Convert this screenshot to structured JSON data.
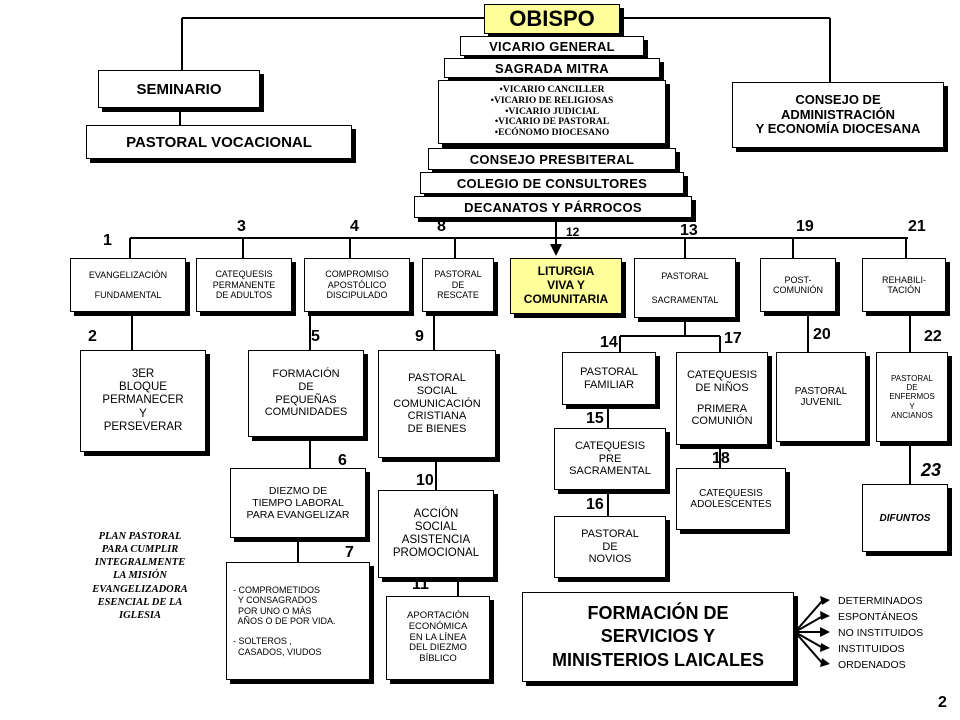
{
  "top": {
    "obispo": "OBISPO",
    "vicario_general": "VICARIO GENERAL",
    "sagrada_mitra": "SAGRADA MITRA",
    "vicarios": [
      "•VICARIO CANCILLER",
      "•VICARIO DE RELIGIOSAS",
      "•VICARIO JUDICIAL",
      "•VICARIO DE PASTORAL",
      "•ECÓNOMO DIOCESANO"
    ],
    "consejo_presbiteral": "CONSEJO PRESBITERAL",
    "colegio_consultores": "COLEGIO DE CONSULTORES",
    "decanatos": "DECANATOS Y PÁRROCOS",
    "seminario": "SEMINARIO",
    "pastoral_vocacional": "PASTORAL VOCACIONAL",
    "consejo_admin": [
      "CONSEJO DE",
      "ADMINISTRACIÓN",
      "Y ECONOMÍA DIOCESANA"
    ]
  },
  "numbers": {
    "n1": "1",
    "n2": "2",
    "n3": "3",
    "n4": "4",
    "n5": "5",
    "n6": "6",
    "n7": "7",
    "n8": "8",
    "n9": "9",
    "n10": "10",
    "n11": "11",
    "n12": "12",
    "n13": "13",
    "n14": "14",
    "n15": "15",
    "n16": "16",
    "n17": "17",
    "n18": "18",
    "n19": "19",
    "n20": "20",
    "n21": "21",
    "n22": "22",
    "n23": "23"
  },
  "row1": {
    "evangelizacion": [
      "EVANGELIZACIÓN",
      "",
      "FUNDAMENTAL"
    ],
    "catequesis_permanente": [
      "CATEQUESIS",
      "PERMANENTE",
      "DE ADULTOS"
    ],
    "compromiso": [
      "COMPROMISO",
      "APOSTÓLICO",
      "DISCIPULADO"
    ],
    "pastoral_rescate": [
      "PASTORAL",
      "DE",
      "RESCATE"
    ],
    "liturgia": [
      "LITURGIA",
      "VIVA  Y",
      "COMUNITARIA"
    ],
    "pastoral_sacramental": [
      "PASTORAL",
      "",
      "SACRAMENTAL"
    ],
    "post_comunion": [
      "POST-",
      "COMUNIÓN"
    ],
    "rehabilitacion": [
      "REHABILI-",
      "TACIÓN"
    ]
  },
  "row2": {
    "tercer_bloque": [
      "3ER",
      "BLOQUE",
      "PERMANECER",
      "Y",
      "PERSEVERAR"
    ],
    "formacion_comunidades": [
      "FORMACIÓN",
      "DE",
      "PEQUEÑAS",
      "COMUNIDADES"
    ],
    "pastoral_social": [
      "PASTORAL",
      "SOCIAL",
      "COMUNICACIÓN",
      "CRISTIANA",
      "DE BIENES"
    ],
    "pastoral_familiar": [
      "PASTORAL",
      "FAMILIAR"
    ],
    "catequesis_ninos": [
      "CATEQUESIS",
      "DE NIÑOS",
      "",
      "PRIMERA",
      "COMUNIÓN"
    ],
    "pastoral_juvenil": [
      "PASTORAL",
      "JUVENIL"
    ],
    "pastoral_enfermos": [
      "PASTORAL",
      "DE",
      "ENFERMOS",
      "Y",
      "ANCIANOS"
    ]
  },
  "row3": {
    "diezmo": [
      "DIEZMO DE",
      "TIEMPO LABORAL",
      "PARA EVANGELIZAR"
    ],
    "accion_social": [
      "ACCIÓN",
      "SOCIAL",
      "ASISTENCIA",
      "PROMOCIONAL"
    ],
    "catequesis_presacramental": [
      "CATEQUESIS",
      "PRE",
      "SACRAMENTAL"
    ],
    "catequesis_adolescentes": [
      "CATEQUESIS",
      "ADOLESCENTES"
    ],
    "difuntos": "DIFUNTOS",
    "pastoral_novios": [
      "PASTORAL",
      "DE",
      "NOVIOS"
    ]
  },
  "row4": {
    "comprometidos": [
      "- COMPROMETIDOS",
      "  Y CONSAGRADOS",
      "  POR UNO O MÁS",
      "  AÑOS O DE POR VIDA.",
      "",
      "- SOLTEROS ,",
      "  CASADOS, VIUDOS"
    ],
    "aportacion": [
      "APORTACIÓN",
      "ECONÓMICA",
      "EN LA LÍNEA",
      "DEL DIEZMO",
      "BÍBLICO"
    ],
    "formacion_servicios": [
      "FORMACIÓN DE",
      "SERVICIOS Y",
      "MINISTERIOS LAICALES"
    ],
    "ministerios_tipos": [
      "DETERMINADOS",
      "ESPONTÁNEOS",
      "NO INSTITUIDOS",
      "INSTITUIDOS",
      "ORDENADOS"
    ]
  },
  "note": [
    "PLAN PASTORAL",
    "PARA CUMPLIR",
    "INTEGRALMENTE",
    "LA MISIÓN",
    "EVANGELIZADORA",
    "ESENCIAL DE LA",
    "IGLESIA"
  ],
  "page_number": "2",
  "colors": {
    "highlight": "#ffff99",
    "line": "#000000"
  }
}
